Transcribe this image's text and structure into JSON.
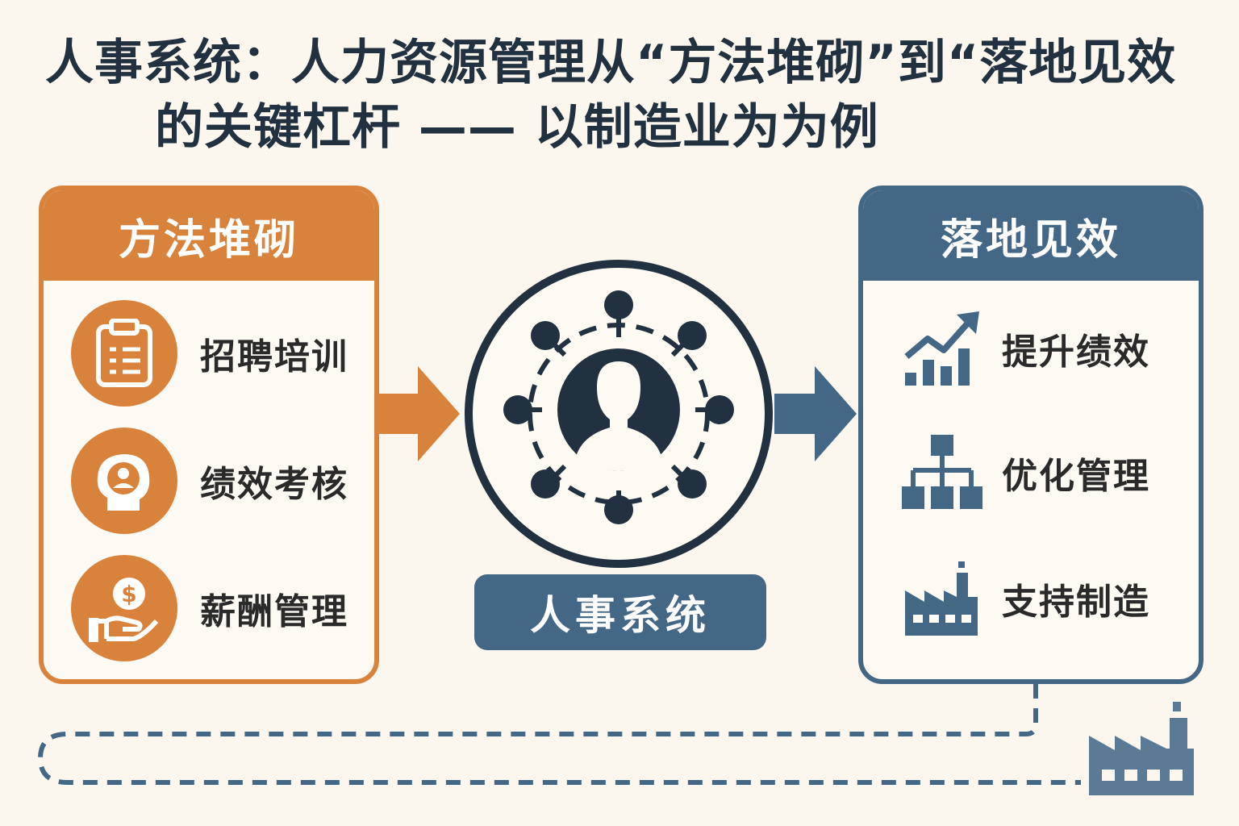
{
  "title": {
    "line1": "人事系统：人力资源管理从“方法堆砌”到“落地见效",
    "line2": "的关键杠杆 —— 以制造业为为例"
  },
  "left_panel": {
    "header": "方法堆砌",
    "items": [
      {
        "label": "招聘培训",
        "icon": "clipboard-icon"
      },
      {
        "label": "绩效考核",
        "icon": "head-profile-icon"
      },
      {
        "label": "薪酬管理",
        "icon": "hand-dollar-icon"
      }
    ]
  },
  "center": {
    "label": "人事系统",
    "icon": "network-person-icon"
  },
  "right_panel": {
    "header": "落地见效",
    "items": [
      {
        "label": "提升绩效",
        "icon": "chart-up-icon"
      },
      {
        "label": "优化管理",
        "icon": "org-chart-icon"
      },
      {
        "label": "支持制造",
        "icon": "factory-icon"
      }
    ]
  },
  "colors": {
    "orange": "#d9823c",
    "blue": "#456786",
    "dark": "#22313f",
    "background": "#fbf7ee"
  }
}
